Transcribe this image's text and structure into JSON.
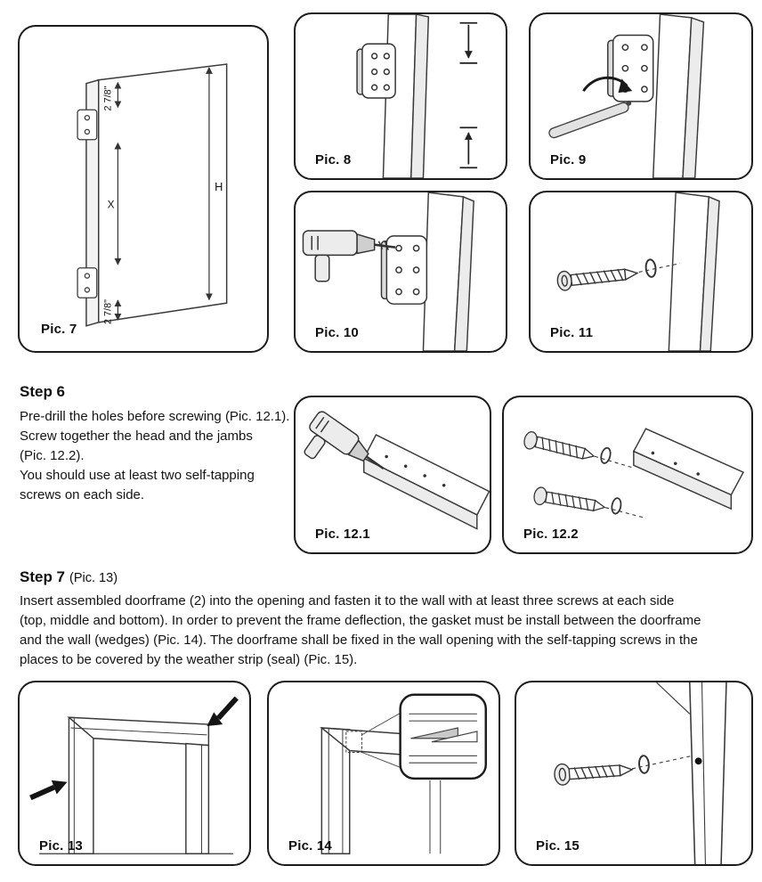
{
  "page": {
    "background": "#ffffff",
    "ink": "#1a1a1a",
    "panel_border": "#1c1c1c"
  },
  "panels": {
    "pic7": {
      "label": "Pic. 7",
      "dim_top": "2 7/8\"",
      "dim_middle": "X",
      "dim_bottom": "2 7/8\"",
      "dim_height": "H"
    },
    "pic8": {
      "label": "Pic. 8"
    },
    "pic9": {
      "label": "Pic. 9"
    },
    "pic10": {
      "label": "Pic. 10"
    },
    "pic11": {
      "label": "Pic. 11"
    },
    "pic12_1": {
      "label": "Pic. 12.1"
    },
    "pic12_2": {
      "label": "Pic. 12.2"
    },
    "pic13": {
      "label": "Pic. 13"
    },
    "pic14": {
      "label": "Pic. 14"
    },
    "pic15": {
      "label": "Pic. 15"
    }
  },
  "step6": {
    "heading": "Step 6",
    "lines": [
      "Pre-drill the holes before screwing (Pic. 12.1).",
      "Screw together the head and the jambs",
      "(Pic. 12.2).",
      "You should use at least two self-tapping",
      "screws on each side."
    ]
  },
  "step7": {
    "heading": "Step 7",
    "heading_ref": "(Pic. 13)",
    "lines": [
      "Insert assembled doorframe (2) into the opening and fasten it to the wall with at least three screws at each side",
      "(top, middle and bottom). In order to prevent the frame deflection, the gasket must be install between the doorframe",
      "and the wall (wedges) (Pic. 14). The doorframe shall be fixed in the wall opening with the self-tapping screws in the",
      "places to be covered by the weather strip (seal) (Pic. 15)."
    ]
  }
}
